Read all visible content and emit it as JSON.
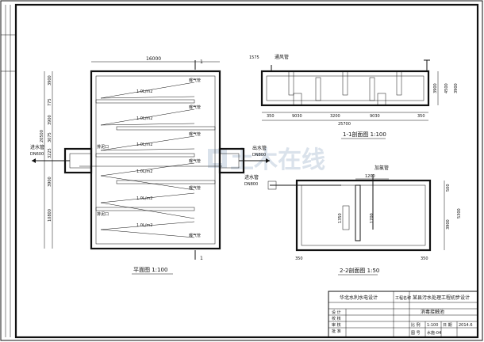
{
  "colors": {
    "line": "#111111",
    "watermark": "#d4dde8",
    "background": "#ffffff"
  },
  "watermark": {
    "text": "土木在线",
    "icon": "watermark-logo-icon"
  },
  "plan": {
    "title": "平面图 1:100",
    "section_mark": "1",
    "dim_width": "16000",
    "dim_left": [
      "3900",
      "775",
      "3900",
      "3075",
      "3225",
      "3900",
      "10800"
    ],
    "dim_total": "20500",
    "inlet_label": "进水管",
    "inlet_size": "DN600",
    "outlet_label": "出水管",
    "outlet_size": "DN800",
    "pipe_notes": [
      "1.0L/m2",
      "1.0L/m2",
      "1.0L/m2",
      "1.0L/m2",
      "1.0L/m2",
      "1.0L/m2"
    ],
    "aerator_labels": [
      "曝气管",
      "曝气管",
      "曝气管",
      "曝气管",
      "曝气管",
      "曝气管"
    ],
    "drain_labels": [
      "排泥口",
      "排泥口"
    ]
  },
  "section11": {
    "title": "1-1剖面图 1:100",
    "top_label": "1575",
    "vent_label": "通风管",
    "dims_bottom": [
      "350",
      "9030",
      "3200",
      "9030",
      "350"
    ],
    "dim_total": "25700",
    "dims_right": [
      "4500",
      "3900",
      "3900"
    ]
  },
  "section22": {
    "title": "2-2剖面图 1:50",
    "inlet_label": "进水管",
    "inlet_size": "DN800",
    "dose_label": "加氯管",
    "dim_top": "1200",
    "dim_mid": [
      "1350",
      "1700"
    ],
    "dims_right": [
      "500",
      "5300",
      "3900"
    ],
    "dims_bottom": [
      "350",
      "350"
    ]
  },
  "titleblock": {
    "company": "华北水利水电设计",
    "project_label": "工程名称",
    "project": "某县污水处理工程初步设计",
    "drawing": "消毒接触池",
    "rows": [
      {
        "label": "设 计",
        "value": ""
      },
      {
        "label": "校 核",
        "value": ""
      },
      {
        "label": "审 核",
        "value": ""
      },
      {
        "label": "批 准",
        "value": ""
      }
    ],
    "cells": [
      "比 例",
      "1:100",
      "日 期",
      "2014.6",
      "图 号",
      "水施-04"
    ]
  }
}
